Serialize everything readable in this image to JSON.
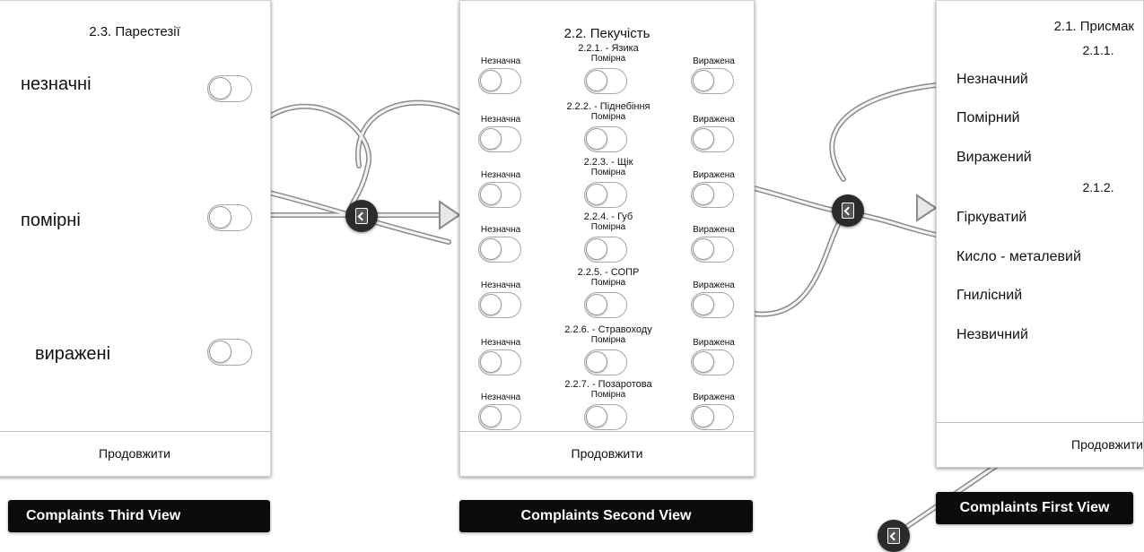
{
  "views": {
    "third": {
      "title": "2.3. Парестезії",
      "rows": [
        "незначні",
        "помірні",
        "виражені"
      ],
      "footer": "Продовжити",
      "label": "Complaints Third View"
    },
    "second": {
      "title": "2.2. Пекучість",
      "left_label": "Незначна",
      "middle_label": "Помірна",
      "right_label": "Виражена",
      "groups": [
        "2.2.1. - Язика",
        "2.2.2. - Піднебіння",
        "2.2.3. - Щік",
        "2.2.4. - Губ",
        "2.2.5. - СОПР",
        "2.2.6. - Стравоходу",
        "2.2.7. - Позаротова"
      ],
      "footer": "Продовжити",
      "label": "Complaints Second View"
    },
    "first": {
      "title": "2.1. Присмак",
      "sub1": "2.1.1.",
      "items1": [
        "Незначний",
        "Помірний",
        "Виражений"
      ],
      "sub2": "2.1.2.",
      "items2": [
        "Гіркуватий",
        "Кисло - металевий",
        "Гнилісний",
        "Незвичний"
      ],
      "footer": "Продовжити",
      "label": "Complaints First View"
    }
  },
  "icons": [
    "segue-icon"
  ]
}
